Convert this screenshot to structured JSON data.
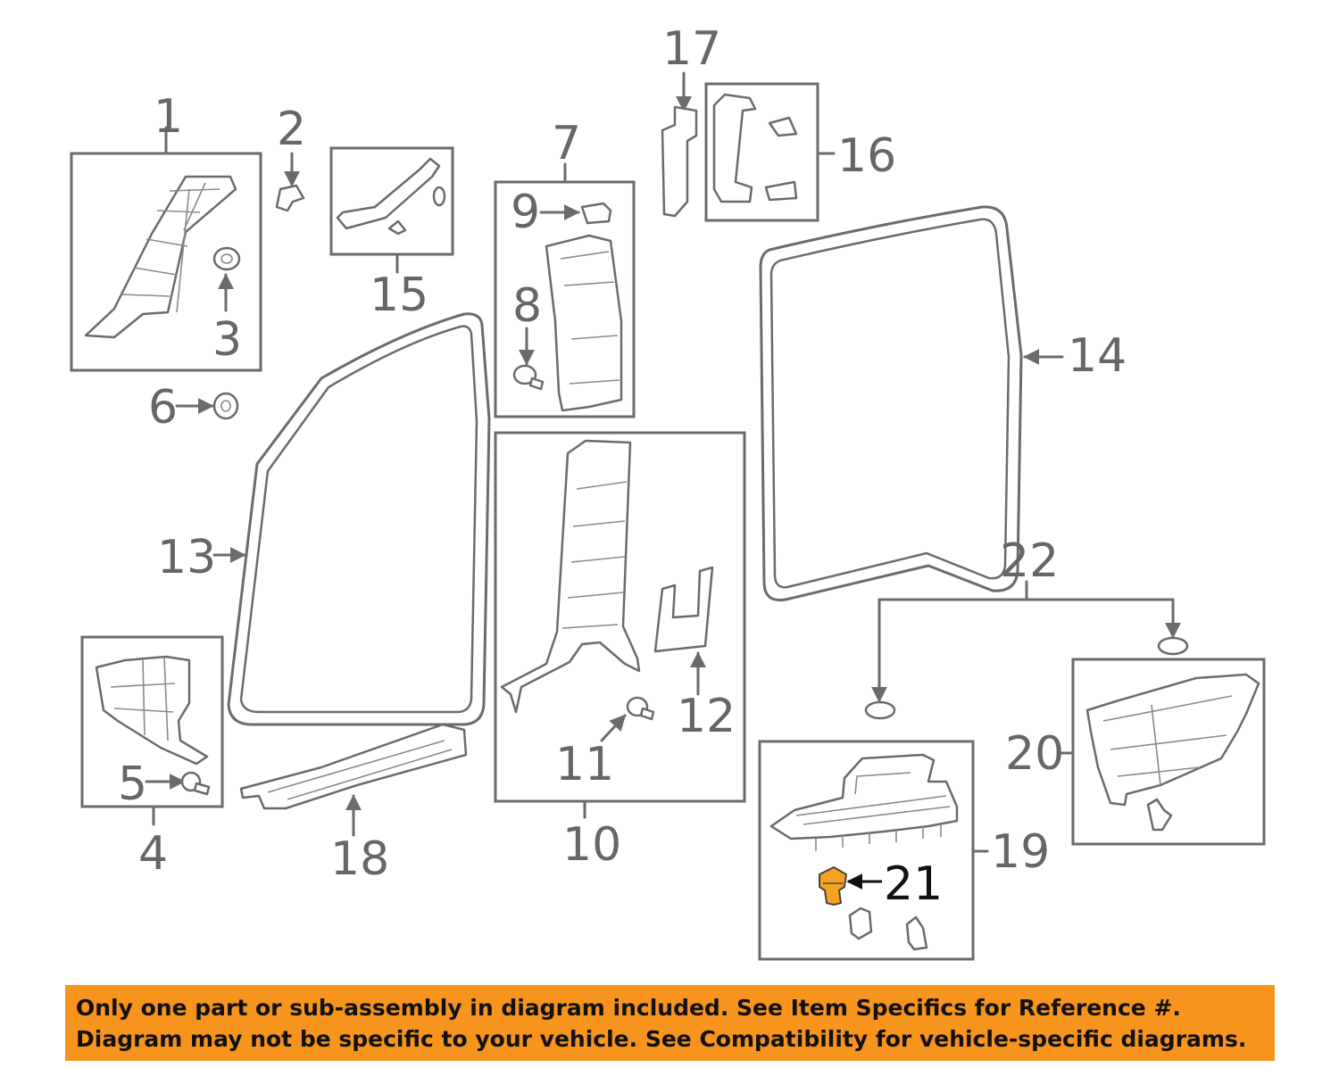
{
  "callouts": {
    "n1": "1",
    "n2": "2",
    "n3": "3",
    "n4": "4",
    "n5": "5",
    "n6": "6",
    "n7": "7",
    "n8": "8",
    "n9": "9",
    "n10": "10",
    "n11": "11",
    "n12": "12",
    "n13": "13",
    "n14": "14",
    "n15": "15",
    "n16": "16",
    "n17": "17",
    "n18": "18",
    "n19": "19",
    "n20": "20",
    "n21": "21",
    "n22": "22"
  },
  "highlight_color": "#f5a21f",
  "notice": {
    "background": "#f7941d",
    "line1": "Only one part or sub-assembly in diagram included. See Item Specifics for Reference #.",
    "line2": "Diagram may not be specific to your vehicle. See Compatibility for vehicle-specific diagrams."
  }
}
